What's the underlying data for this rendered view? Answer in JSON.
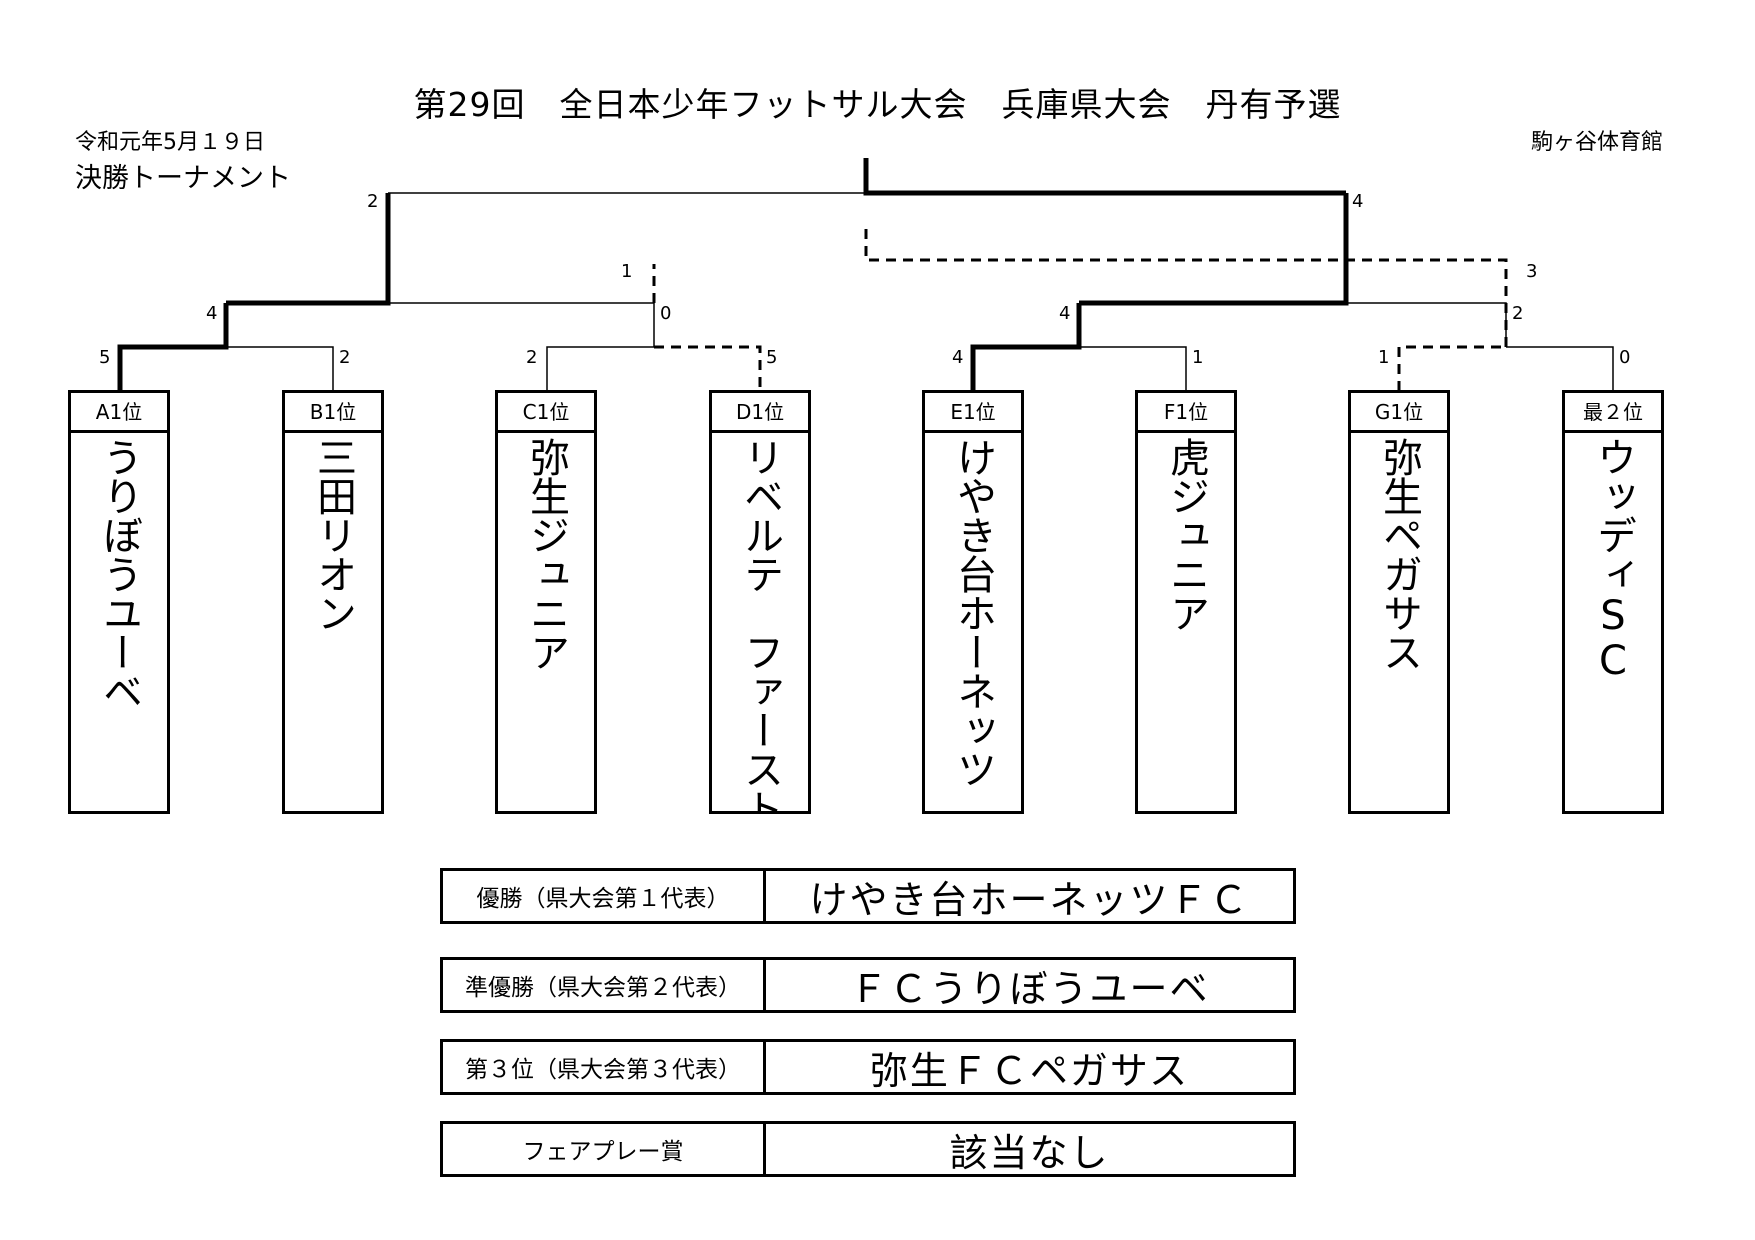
{
  "header": {
    "title": "第29回　全日本少年フットサル大会　兵庫県大会　丹有予選",
    "date": "令和元年5月１９日",
    "bracket_label": "決勝トーナメント",
    "venue": "駒ヶ谷体育館"
  },
  "teams": [
    {
      "position": "A1位",
      "name": "うりぼうユーベ"
    },
    {
      "position": "B1位",
      "name": "三田リオン"
    },
    {
      "position": "C1位",
      "name": "弥生ジュニア"
    },
    {
      "position": "D1位",
      "name": "リベルテ　ファースト"
    },
    {
      "position": "E1位",
      "name": "けやき台ホーネッツ"
    },
    {
      "position": "F1位",
      "name": "虎ジュニア"
    },
    {
      "position": "G1位",
      "name": "弥生ペガサス"
    },
    {
      "position": "最２位",
      "name": "ウッディSC"
    }
  ],
  "scores": {
    "r1_a": "5",
    "r1_b": "2",
    "r1_c": "2",
    "r1_d": "5",
    "r1_e": "4",
    "r1_f": "1",
    "r1_g": "1",
    "r1_h": "0",
    "sf1_left": "4",
    "sf1_right": "0",
    "sf2_left": "4",
    "sf2_right": "2",
    "final_left": "2",
    "final_right": "4",
    "third_left": "1",
    "third_right": "3"
  },
  "results": [
    {
      "label": "優勝（県大会第１代表）",
      "value": "けやき台ホーネッツＦＣ"
    },
    {
      "label": "準優勝（県大会第２代表）",
      "value": "ＦＣうりぼうユーベ"
    },
    {
      "label": "第３位（県大会第３代表）",
      "value": "弥生ＦＣペガサス"
    },
    {
      "label": "フェアプレー賞",
      "value": "該当なし"
    }
  ]
}
